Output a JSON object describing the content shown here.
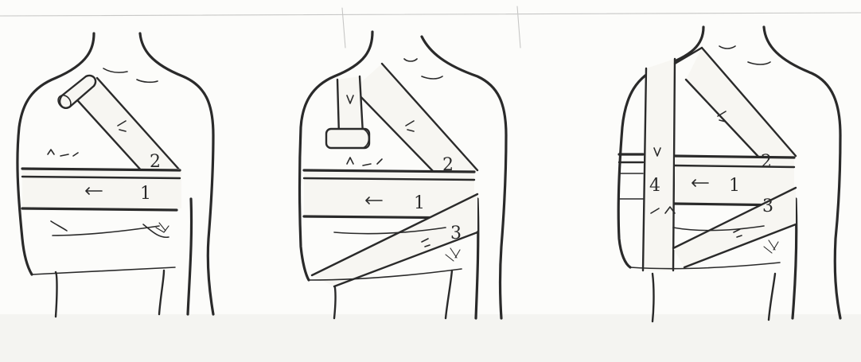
{
  "figure": {
    "panels": [
      {
        "turn_labels": [
          "2",
          "1"
        ]
      },
      {
        "turn_labels": [
          "2",
          "1",
          "3"
        ]
      },
      {
        "turn_labels": [
          "2",
          "1",
          "3",
          "4"
        ]
      }
    ],
    "colors": {
      "ink": "#2a2a2a",
      "paper": "#fcfcfa"
    }
  }
}
